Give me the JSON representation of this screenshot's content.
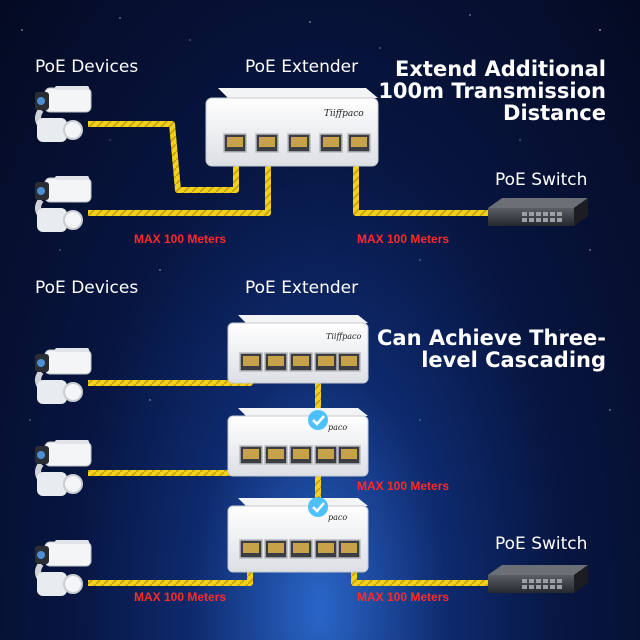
{
  "section1": {
    "devices_label": "PoE Devices",
    "extender_label": "PoE Extender",
    "heading_line1": "Extend Additional",
    "heading_line2": "100m Transmission",
    "heading_line3": "Distance",
    "switch_label": "PoE Switch",
    "max_left": "MAX 100 Meters",
    "max_right": "MAX 100 Meters",
    "brand": "Tiiffpaco"
  },
  "section2": {
    "devices_label": "PoE Devices",
    "extender_label": "PoE Extender",
    "heading_line1": "Can Achieve Three-",
    "heading_line2": "level Cascading",
    "switch_label": "PoE Switch",
    "max_middle": "MAX 100 Meters",
    "max_left": "MAX 100 Meters",
    "max_right": "MAX 100 Meters",
    "brand": "Tiiffpaco",
    "brand_partial_1": "paco",
    "brand_partial_2": "paco"
  },
  "colors": {
    "cable": "#f2d21b",
    "max_text": "#ff2a2a",
    "background": "#071540",
    "checkmark": "#2fb7ff"
  }
}
